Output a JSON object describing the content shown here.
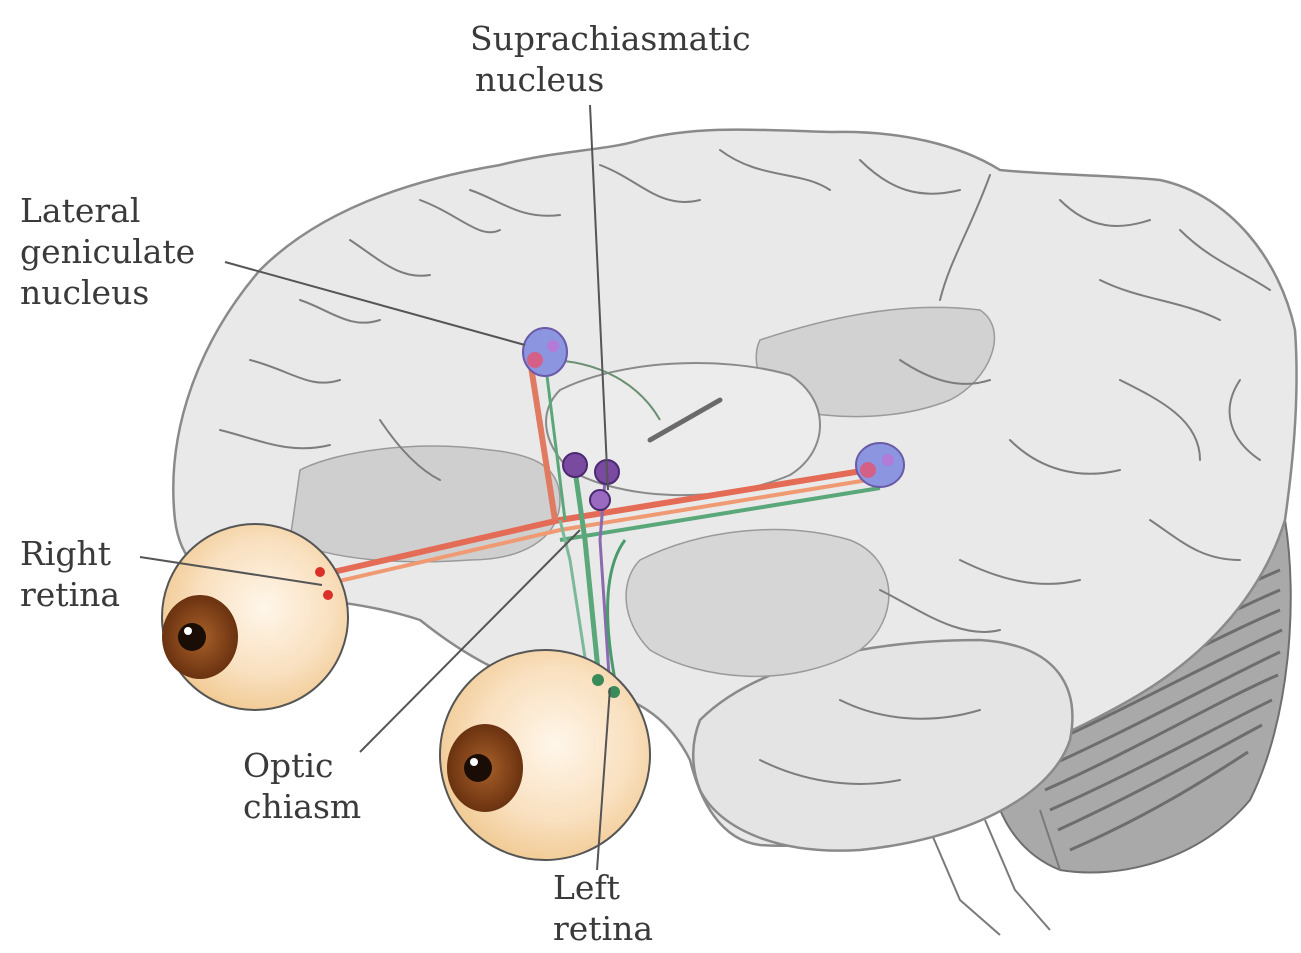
{
  "labels": {
    "scn_line1": "Suprachiasmatic",
    "scn_line2": "nucleus",
    "lgn_line1": "Lateral",
    "lgn_line2": "geniculate",
    "lgn_line3": "nucleus",
    "right_retina_line1": "Right",
    "right_retina_line2": "retina",
    "chiasm_line1": "Optic",
    "chiasm_line2": "chiasm",
    "left_retina_line1": "Left",
    "left_retina_line2": "retina"
  },
  "colors": {
    "brain_fill": "#e7e7e7",
    "brain_outline": "#8a8a8a",
    "sulcus": "#7d7d7d",
    "deep_gray": "#cfcfcf",
    "cerebellum": "#9a9a9a",
    "eyeball": "#f7dcb6",
    "iris": "#8b4a1e",
    "pupil": "#1a0d05",
    "tract_red": "#e46b55",
    "tract_green": "#5aa77a",
    "tract_purple": "#8a6bb0",
    "nucleus_blue": "#8c95e0",
    "nucleus_purple": "#7a4aa0",
    "leader_line": "#555555",
    "label_text": "#3a3a3a"
  }
}
